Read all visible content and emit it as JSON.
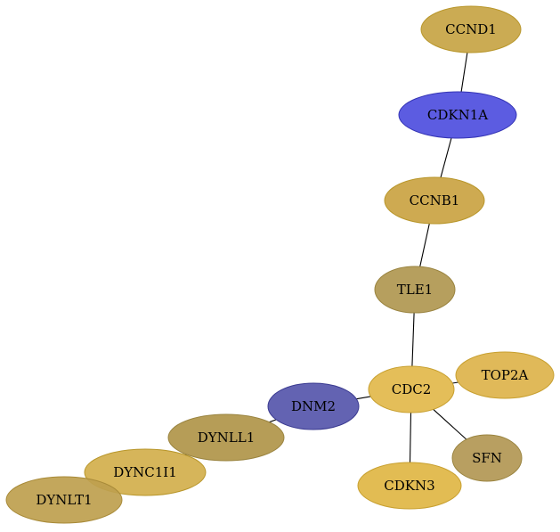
{
  "graph": {
    "nodes": [
      {
        "id": "CCND1",
        "label": "CCND1",
        "fill": "#c8a64a",
        "stroke": "#b8962a",
        "opacity": 0.95
      },
      {
        "id": "CDKN1A",
        "label": "CDKN1A",
        "fill": "#4a4ade",
        "stroke": "#3535b5",
        "opacity": 0.9
      },
      {
        "id": "CCNB1",
        "label": "CCNB1",
        "fill": "#cba548",
        "stroke": "#b8962a",
        "opacity": 0.95
      },
      {
        "id": "TLE1",
        "label": "TLE1",
        "fill": "#b29a55",
        "stroke": "#9a8440",
        "opacity": 0.95
      },
      {
        "id": "CDC2",
        "label": "CDC2",
        "fill": "#e3bb50",
        "stroke": "#c8a030",
        "opacity": 0.95
      },
      {
        "id": "TOP2A",
        "label": "TOP2A",
        "fill": "#deb550",
        "stroke": "#c8a030",
        "opacity": 0.95
      },
      {
        "id": "DNM2",
        "label": "DNM2",
        "fill": "#5252aa",
        "stroke": "#3a3a90",
        "opacity": 0.9
      },
      {
        "id": "DYNLL1",
        "label": "DYNLL1",
        "fill": "#b2984e",
        "stroke": "#9a8440",
        "opacity": 0.95
      },
      {
        "id": "DYNC1I1",
        "label": "DYNC1I1",
        "fill": "#d2ad48",
        "stroke": "#b8962a",
        "opacity": 0.9
      },
      {
        "id": "DYNLT1",
        "label": "DYNLT1",
        "fill": "#bea04e",
        "stroke": "#a88a38",
        "opacity": 0.92
      },
      {
        "id": "SFN",
        "label": "SFN",
        "fill": "#b49a58",
        "stroke": "#9a8440",
        "opacity": 0.95
      },
      {
        "id": "CDKN3",
        "label": "CDKN3",
        "fill": "#e0b84a",
        "stroke": "#c8a030",
        "opacity": 0.95
      }
    ],
    "edges": [
      {
        "source": "CCND1",
        "target": "CDKN1A"
      },
      {
        "source": "CDKN1A",
        "target": "CCNB1"
      },
      {
        "source": "CCNB1",
        "target": "TLE1"
      },
      {
        "source": "TLE1",
        "target": "CDC2"
      },
      {
        "source": "CDC2",
        "target": "TOP2A"
      },
      {
        "source": "CDC2",
        "target": "DNM2"
      },
      {
        "source": "CDC2",
        "target": "SFN"
      },
      {
        "source": "CDC2",
        "target": "CDKN3"
      },
      {
        "source": "DNM2",
        "target": "DYNLL1"
      },
      {
        "source": "DYNLL1",
        "target": "DYNC1I1"
      },
      {
        "source": "DYNC1I1",
        "target": "DYNLT1"
      }
    ]
  }
}
